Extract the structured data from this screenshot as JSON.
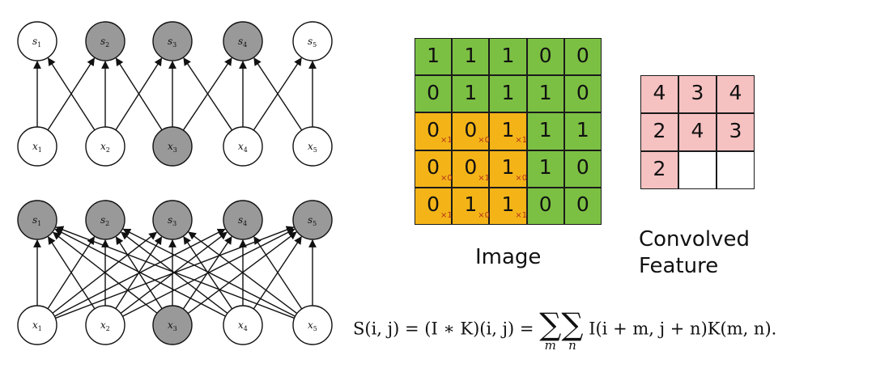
{
  "sparse_network": {
    "outputs": [
      "s1",
      "s2",
      "s3",
      "s4",
      "s5"
    ],
    "inputs": [
      "x1",
      "x2",
      "x3",
      "x4",
      "x5"
    ],
    "highlighted_outputs": [
      "s2",
      "s3",
      "s4"
    ],
    "highlighted_inputs": [
      "x3"
    ]
  },
  "dense_network": {
    "outputs": [
      "s1",
      "s2",
      "s3",
      "s4",
      "s5"
    ],
    "inputs": [
      "x1",
      "x2",
      "x3",
      "x4",
      "x5"
    ],
    "highlighted_outputs": [
      "s1",
      "s2",
      "s3",
      "s4",
      "s5"
    ],
    "highlighted_inputs": [
      "x3"
    ]
  },
  "image_grid": {
    "values": [
      [
        1,
        1,
        1,
        0,
        0
      ],
      [
        0,
        1,
        1,
        1,
        0
      ],
      [
        0,
        0,
        1,
        1,
        1
      ],
      [
        0,
        0,
        1,
        1,
        0
      ],
      [
        0,
        1,
        1,
        0,
        0
      ]
    ],
    "kernel": [
      [
        "×1",
        "×0",
        "×1"
      ],
      [
        "×0",
        "×1",
        "×0"
      ],
      [
        "×1",
        "×0",
        "×1"
      ]
    ],
    "kernel_position": "rows 3-5, columns 1-3",
    "colors": {
      "cell": "#7cc043",
      "kernel_window": "#f4b418"
    },
    "label": "Image"
  },
  "convolved_feature": {
    "values": [
      [
        "4",
        "3",
        "4"
      ],
      [
        "2",
        "4",
        "3"
      ],
      [
        "2",
        "",
        ""
      ]
    ],
    "colors": {
      "filled": "#f6c1c1",
      "empty": "#ffffff"
    },
    "label_line1": "Convolved",
    "label_line2": "Feature"
  },
  "formula": {
    "lhs": "S(i, j) = (I ∗ K)(i, j) =",
    "sum1_index": "m",
    "sum2_index": "n",
    "rhs": "I(i + m, j + n)K(m, n)."
  }
}
